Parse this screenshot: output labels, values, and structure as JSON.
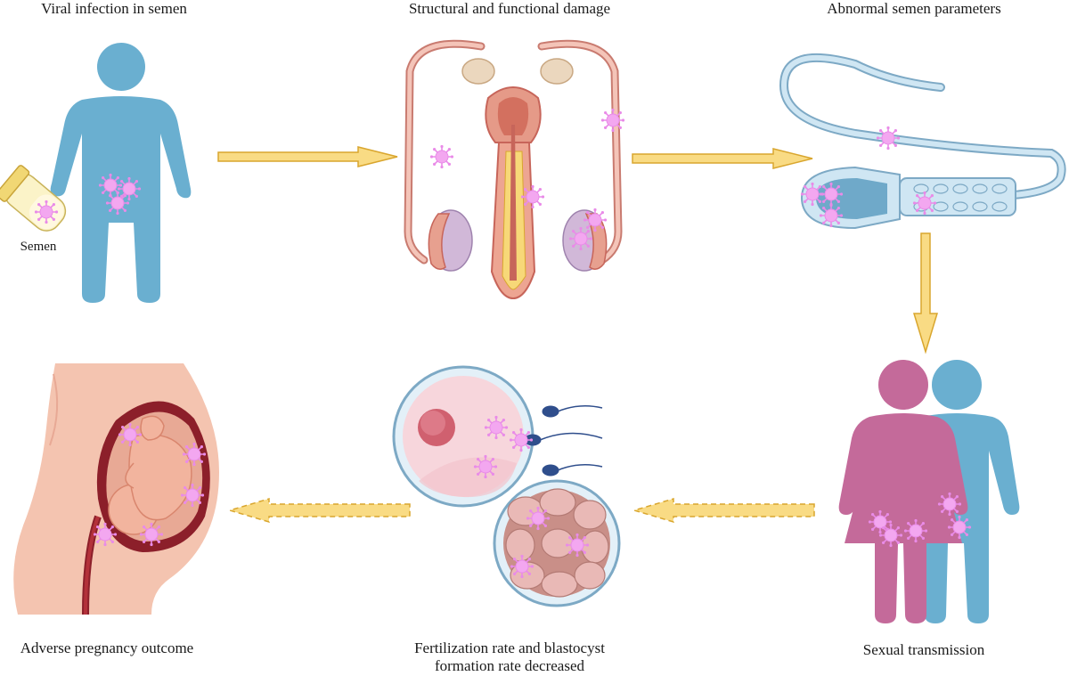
{
  "panels": {
    "viral_infection": {
      "title": "Viral infection in semen",
      "sample_label": "Semen"
    },
    "structural_damage": {
      "title": "Structural and functional damage"
    },
    "semen_parameters": {
      "title": "Abnormal semen parameters"
    },
    "sexual_transmission": {
      "title": "Sexual transmission"
    },
    "fertilization": {
      "title_line1": "Fertilization rate and blastocyst",
      "title_line2": "formation rate decreased"
    },
    "pregnancy": {
      "title": "Adverse pregnancy outcome"
    }
  },
  "colors": {
    "male_blue": "#6AAFD0",
    "female_pink": "#C46A9A",
    "virus": "#E98BE8",
    "arrow_fill": "#F9DB84",
    "arrow_stroke": "#D9A62E",
    "skin": "#F4C4B0",
    "tract_red": "#B3313A",
    "sperm_blue": "#BFE0F0",
    "egg_pink": "#F7D6DC"
  },
  "icons": [
    "virus-icon",
    "arrow-right-icon",
    "arrow-down-icon",
    "arrow-left-dashed-icon"
  ]
}
